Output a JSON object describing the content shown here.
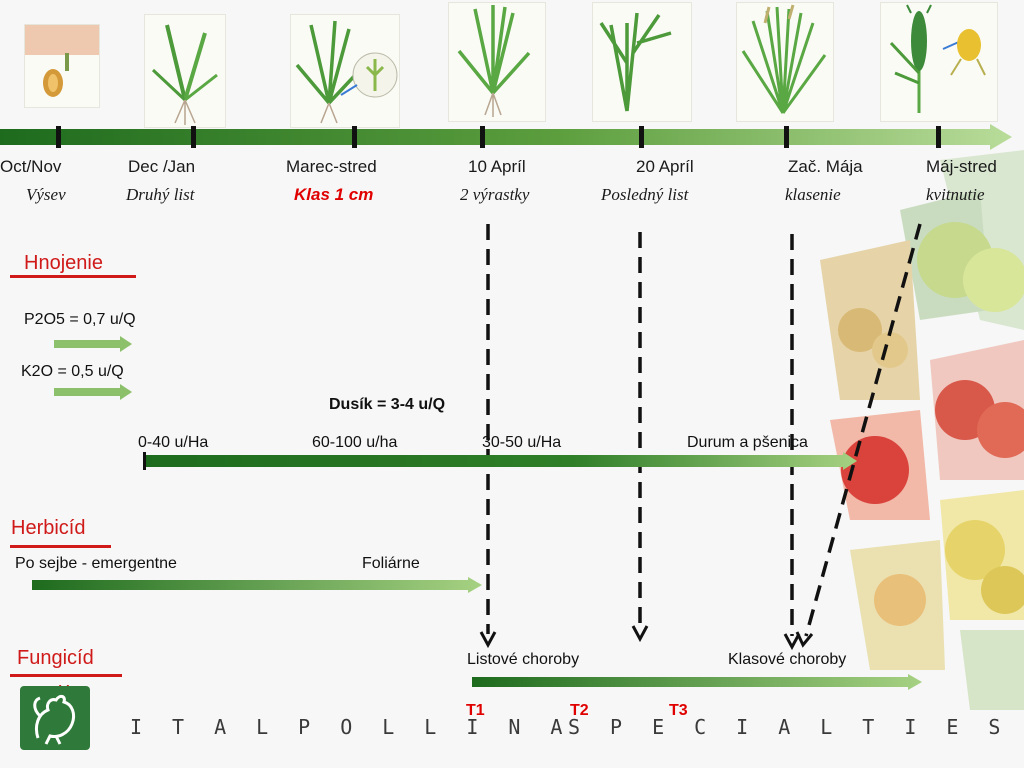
{
  "timeline": {
    "stages": [
      {
        "period": "Oct/Nov",
        "stage": "Výsev",
        "highlight": false
      },
      {
        "period": "Dec /Jan",
        "stage": "Druhý list",
        "highlight": false
      },
      {
        "period": "Marec-stred",
        "stage": "Klas 1 cm",
        "highlight": true
      },
      {
        "period": "10 Apríl",
        "stage": "2 výrastky",
        "highlight": false
      },
      {
        "period": "20 Apríl",
        "stage": "Posledný list",
        "highlight": false
      },
      {
        "period": "Zač. Mája",
        "stage": "klasenie",
        "highlight": false
      },
      {
        "period": "Máj-stred",
        "stage": "kvitnutie",
        "highlight": false
      }
    ]
  },
  "fertilization": {
    "title": "Hnojenie",
    "p2o5": "P2O5 = 0,7 u/Q",
    "k2o": "K2O = 0,5 u/Q",
    "nitrogen_title": "Dusík = 3-4 u/Q",
    "doses": [
      "0-40 u/Ha",
      "60-100 u/ha",
      "30-50 u/Ha"
    ],
    "crop_note": "Durum a pšenica"
  },
  "herbicide": {
    "title": "Herbicíd",
    "pre": "Po sejbe - emergentne",
    "foliar": "Foliárne"
  },
  "fungicide": {
    "title_line1": "Fungicíd",
    "title_line2": "y",
    "leaf": "Listové choroby",
    "ear": "Klasové choroby",
    "treatments": [
      "T1",
      "T2",
      "T3"
    ]
  },
  "brand": {
    "left": "ITALPOLLINA",
    "right": "SPECIALTIES"
  },
  "colors": {
    "dark_green": "#1e6b1e",
    "light_green": "#a6d182",
    "accent_red": "#d01a1a"
  }
}
